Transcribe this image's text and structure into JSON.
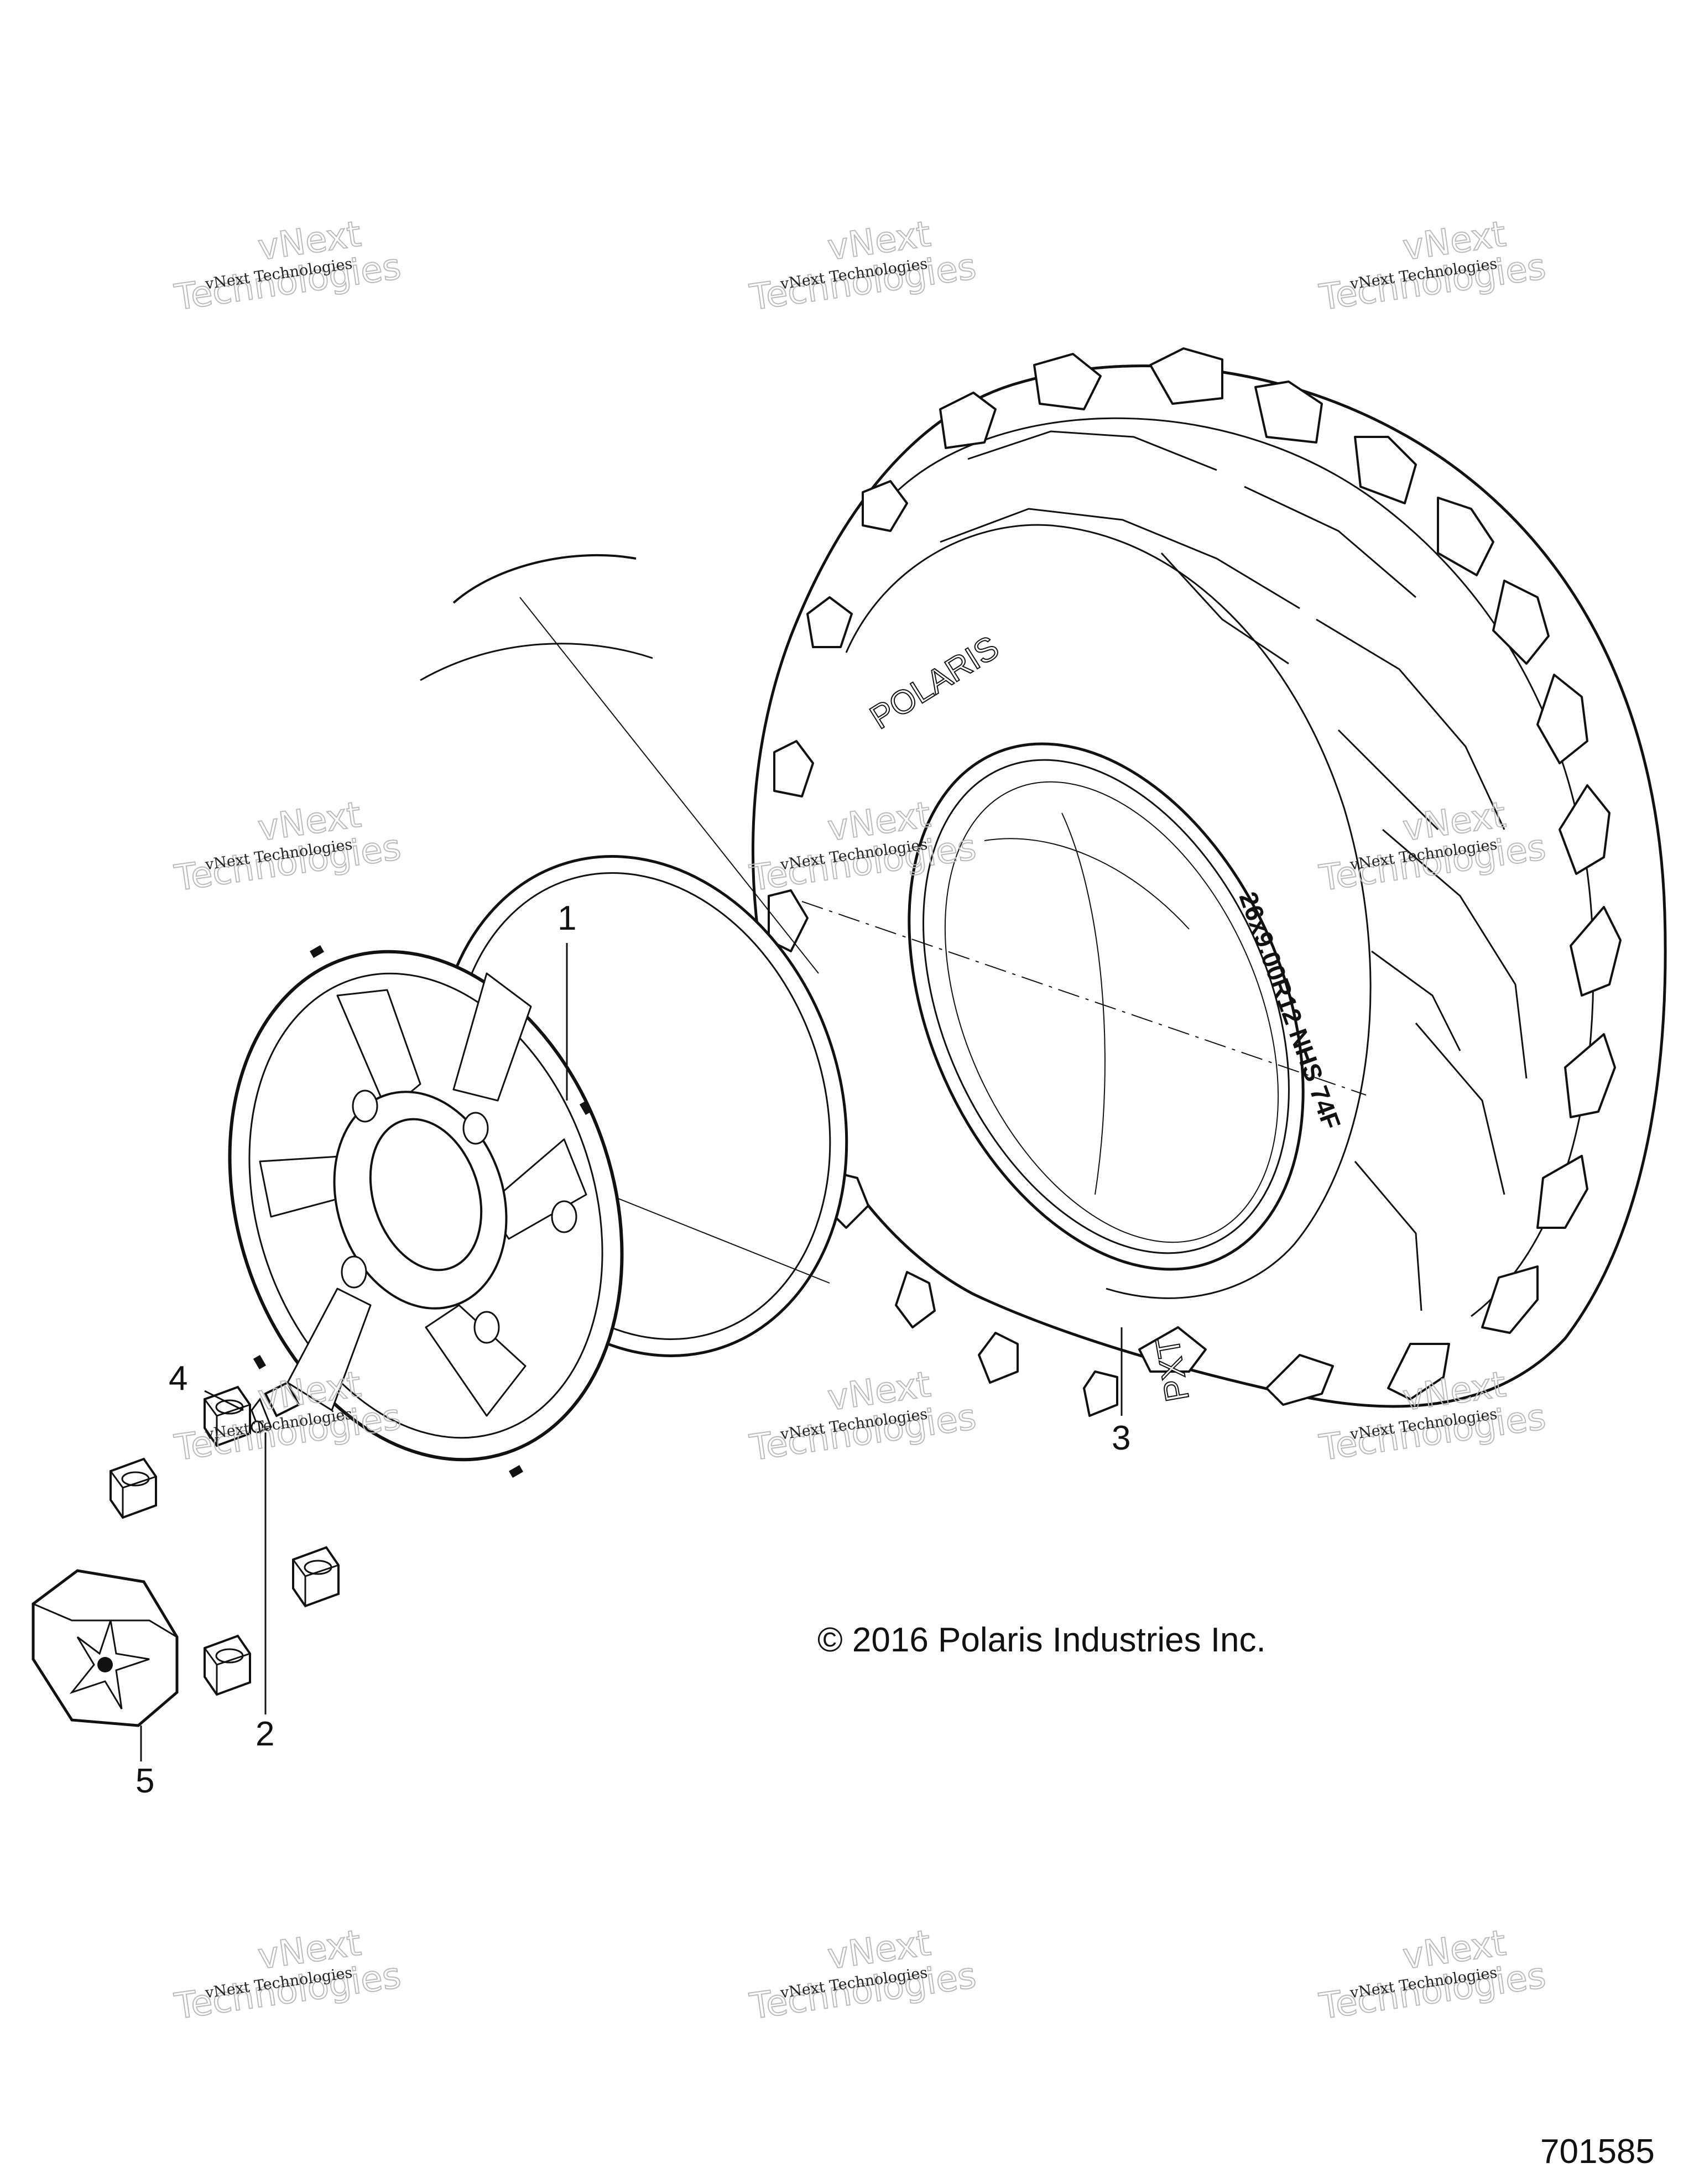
{
  "callouts": {
    "wheel": "1",
    "valve_stem": "2",
    "tire": "3",
    "lug_nut": "4",
    "center_cap": "5"
  },
  "copyright": "© 2016 Polaris Industries Inc.",
  "figure_number": "701585",
  "watermark": {
    "line_small": "vNext Technologies",
    "big_top": "vNext",
    "big_bottom": "Technologies"
  },
  "tire_marks": {
    "brand": "POLARIS",
    "size": "26x9.00R12 NHS 74F",
    "model": "PXT"
  }
}
